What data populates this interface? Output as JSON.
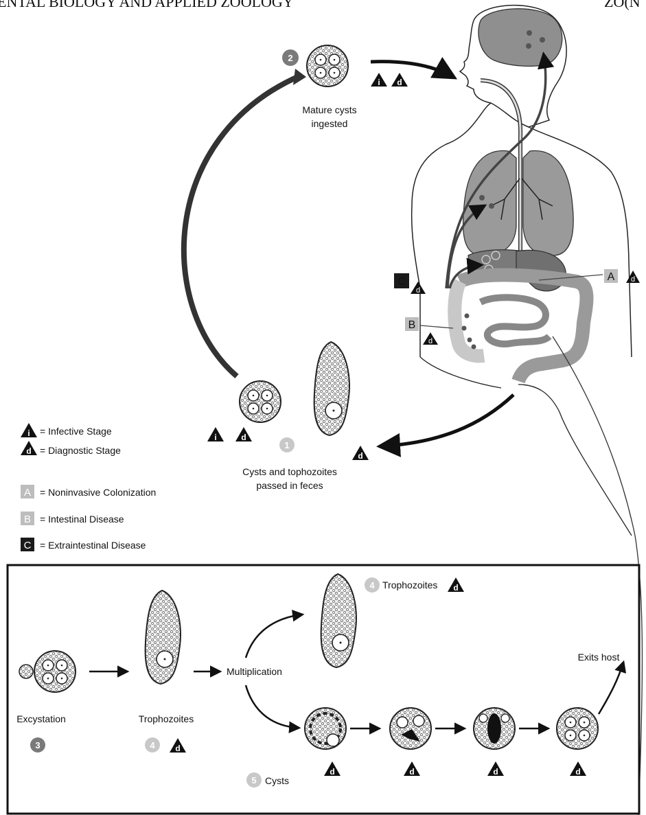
{
  "header": {
    "left": "ENTAL BIOLOGY AND APPLIED ZOOLOGY",
    "right": "ZO(N"
  },
  "steps": {
    "s1": "1",
    "s2": "2",
    "s3": "3",
    "s4a": "4",
    "s4b": "4",
    "s5": "5"
  },
  "labels": {
    "mature_line1": "Mature cysts",
    "mature_line2": "ingested",
    "passed_line1": "Cysts and tophozoites",
    "passed_line2": "passed in feces",
    "excystation": "Excystation",
    "trophozoites": "Trophozoites",
    "trophozoites_top": "Trophozoites",
    "multiplication": "Multiplication",
    "exits_host": "Exits host",
    "cysts": "Cysts"
  },
  "legend": {
    "infective": "= Infective Stage",
    "diagnostic": "= Diagnostic Stage",
    "noninvasive": "= Noninvasive Colonization",
    "intestinal": "= Intestinal Disease",
    "extraintestinal": "= Extraintestinal Disease"
  },
  "markers": {
    "i": "i",
    "d": "d",
    "A": "A",
    "B": "B",
    "C": "C"
  },
  "colors": {
    "dark": "#1a1a1a",
    "mid_gray": "#7a7a7a",
    "light_gray": "#bdbdbd",
    "organ_gray": "#8c8c8c",
    "intestine": "#d0d0d0"
  }
}
